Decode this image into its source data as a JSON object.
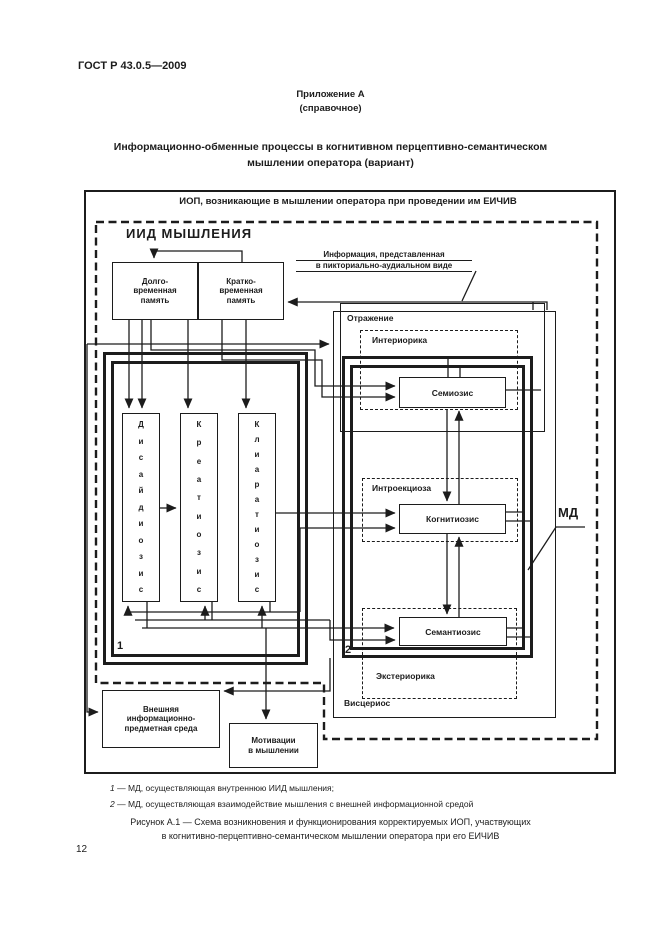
{
  "header": {
    "doc_number": "ГОСТ Р 43.0.5—2009",
    "annex_title": "Приложение А",
    "annex_subtitle": "(справочное)",
    "title_line1": "Информационно-обменные процессы в когнитивном перцептивно-семантическом",
    "title_line2": "мышлении оператора (вариант)"
  },
  "diagram": {
    "outer_title": "ИОП, возникающие в мышлении оператора при проведении им ЕИЧИВ",
    "iid_label": "ИИД МЫШЛЕНИЯ",
    "memory_long": "Долго-\nвременная\nпамять",
    "memory_short": "Кратко-\nвременная\nпамять",
    "callout_line1": "Информация, представленная",
    "callout_line2": "в пикториально-аудиальном виде",
    "region_reflection": "Отражение",
    "region_interior": "Интериорика",
    "region_introection": "Интроекциоза",
    "region_exterior": "Экстериорика",
    "region_visceral": "Висцериос",
    "box_semiosis": "Семиозис",
    "box_cognitiosis": "Когнитиозис",
    "box_semantiosis": "Семантиозис",
    "vbox1": "Дисайдиозис",
    "vbox2": "Креатиозис",
    "vbox3": "Клиаратиозис",
    "md_label": "МД",
    "marker1": "1",
    "marker2": "2",
    "env_box": "Внешняя\nинформационно-\nпредметная среда",
    "motivation_box": "Мотивации\nв мышлении"
  },
  "footnotes": {
    "n1": "1",
    "t1": "— МД, осуществляющая внутреннюю ИИД мышления;",
    "n2": "2",
    "t2": "— МД, осуществляющая взаимодействие мышления с внешней информационной средой"
  },
  "caption": {
    "line1": "Рисунок  А.1  —  Схема возникновения и функционирования корректируемых ИОП, участвующих",
    "line2": "в когнитивно-перцептивно-семантическом мышлении оператора при его ЕИЧИВ"
  },
  "page_number": "12"
}
